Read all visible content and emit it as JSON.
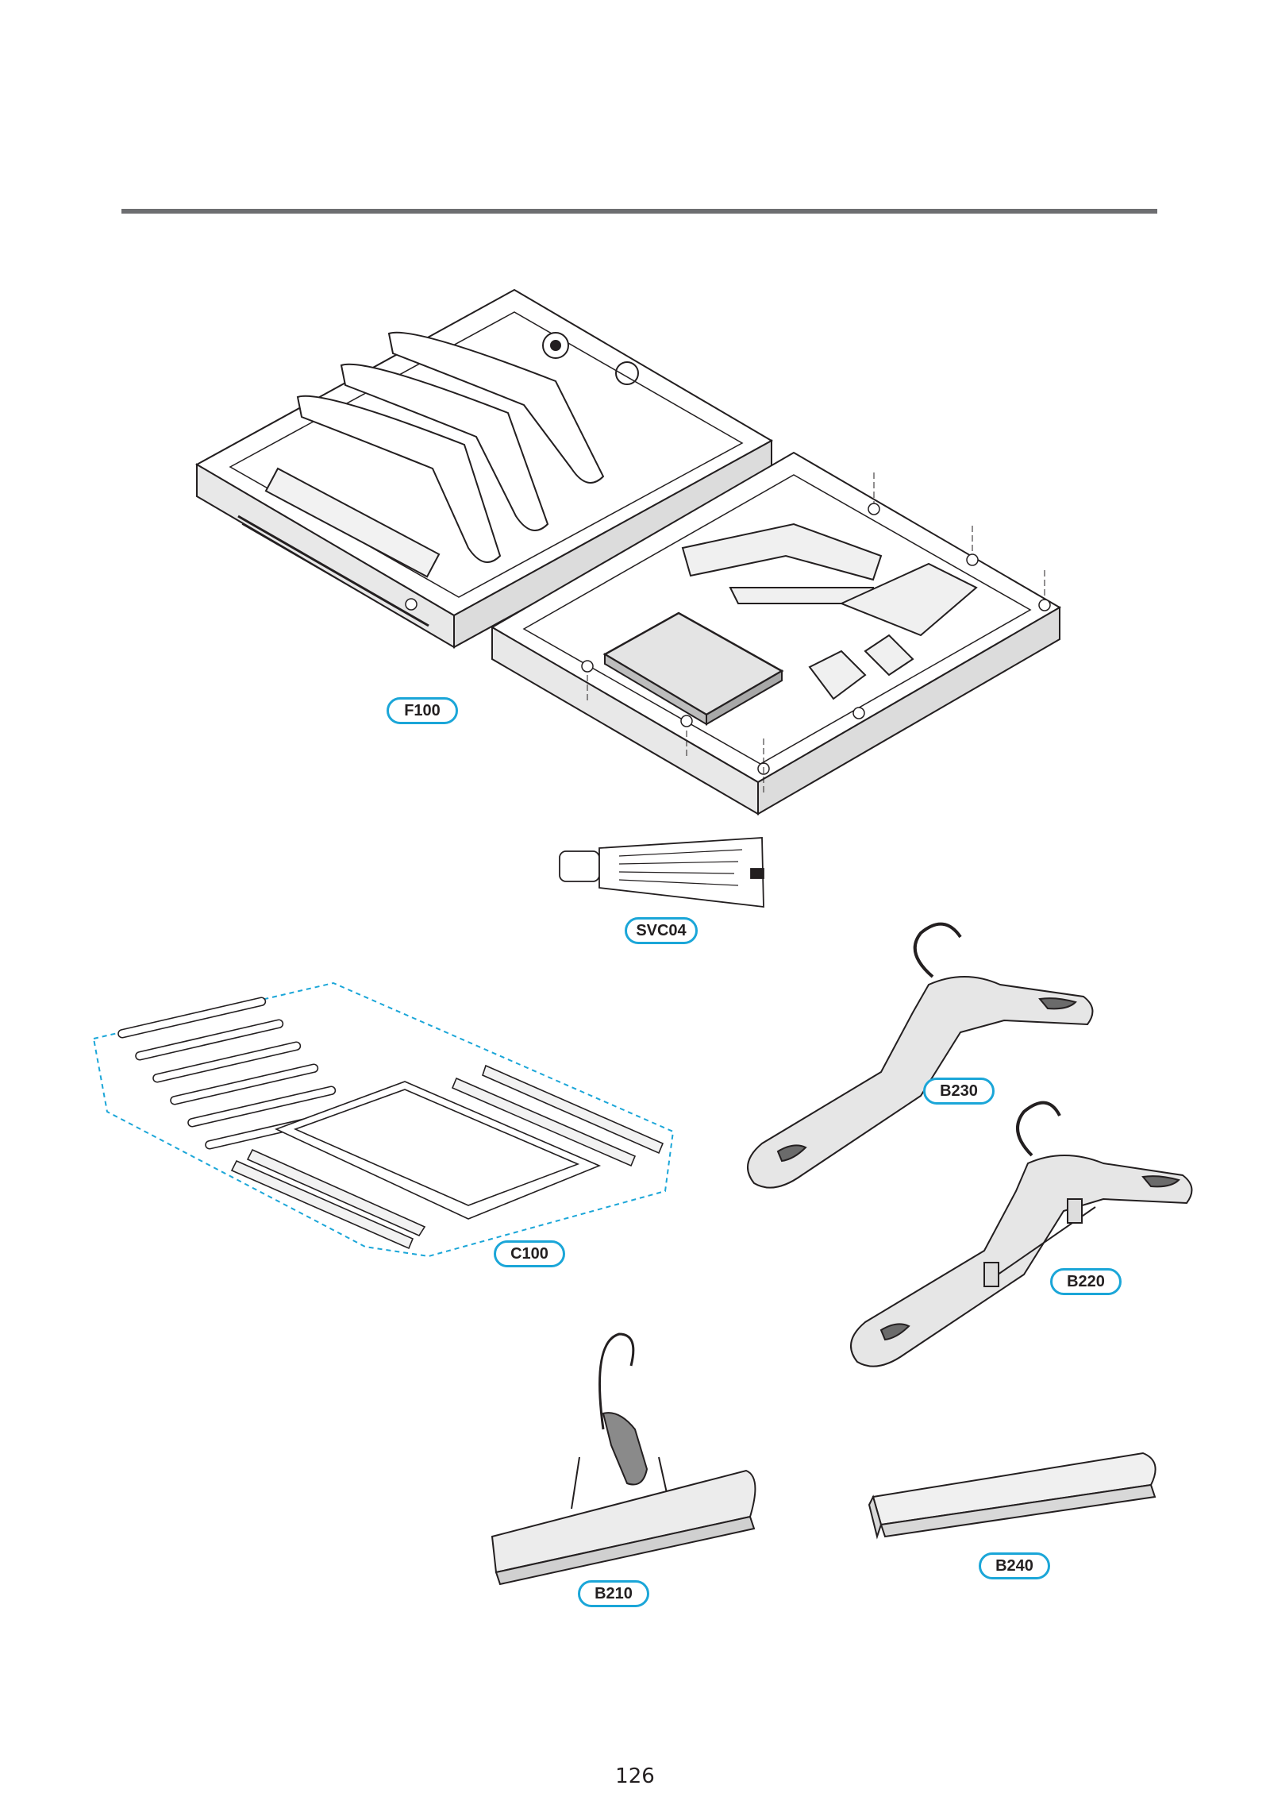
{
  "callouts": {
    "f100": "F100",
    "svc04": "SVC04",
    "c100": "C100",
    "b230": "B230",
    "b220": "B220",
    "b210": "B210",
    "b240": "B240"
  },
  "page_number": "126",
  "colors": {
    "callout_border": "#1ba6d8",
    "rule": "#6d6e71",
    "line_art": "#231f20",
    "dashed_group": "#1ba6d8"
  }
}
